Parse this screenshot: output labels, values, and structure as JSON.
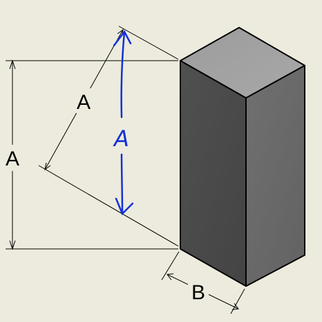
{
  "labels": {
    "vertical_dimension": "A",
    "aligned_dimension": "A",
    "handwritten_dimension": "A",
    "width_dimension": "B"
  },
  "colors": {
    "background": "#ECEBDD",
    "box_top": "#A0A0A0",
    "box_left_face": "#4A4A4A",
    "box_right_face": "#6A6A6A",
    "dimension_lines": "#000000",
    "handwriting": "#1530D8"
  }
}
